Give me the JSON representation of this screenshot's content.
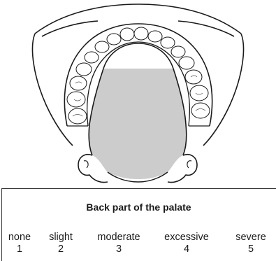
{
  "figure": {
    "region_shaded": "back-part-of-palate",
    "shade_color": "#cccccc",
    "outline_color": "#1a1a1a"
  },
  "scale": {
    "title": "Back part of the palate",
    "options": [
      {
        "label": "none",
        "value": "1"
      },
      {
        "label": "slight",
        "value": "2"
      },
      {
        "label": "moderate",
        "value": "3"
      },
      {
        "label": "excessive",
        "value": "4"
      },
      {
        "label": "severe",
        "value": "5"
      }
    ]
  }
}
